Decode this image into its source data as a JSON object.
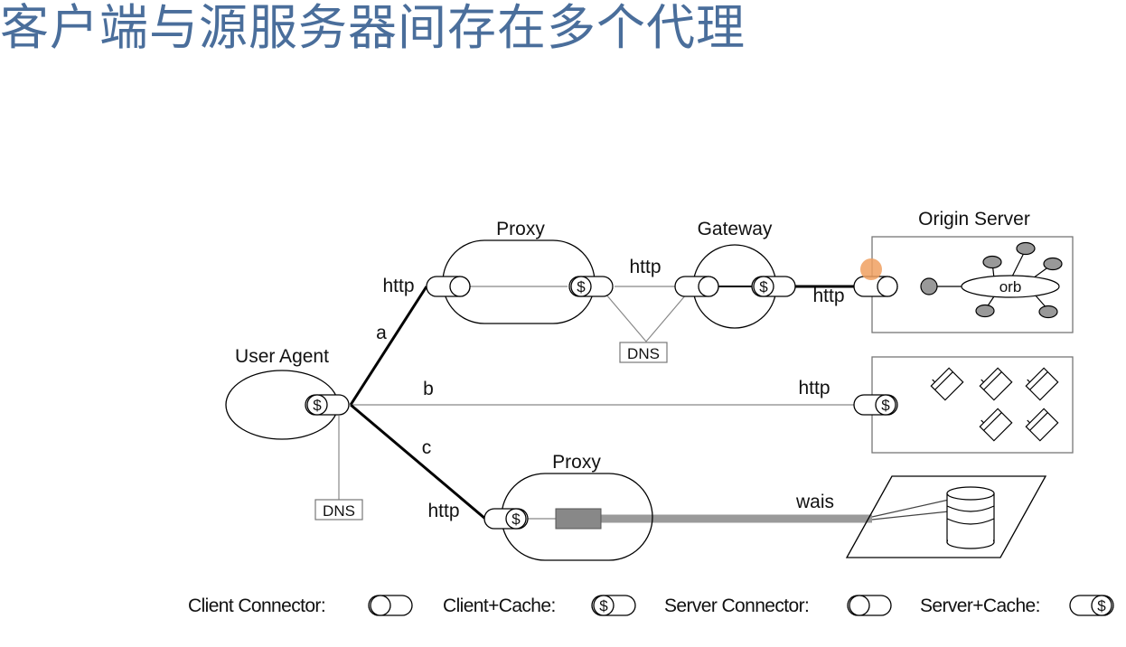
{
  "slide": {
    "title": "客户端与源服务器间存在多个代理"
  },
  "diagram": {
    "nodes": {
      "user_agent": "User Agent",
      "proxy_top": "Proxy",
      "gateway": "Gateway",
      "origin_server": "Origin Server",
      "orb": "orb",
      "proxy_bottom": "Proxy",
      "dns_top": "DNS",
      "dns_left": "DNS"
    },
    "edges": {
      "path_a": "a",
      "path_b": "b",
      "path_c": "c",
      "http_proxy_in": "http",
      "http_proxy_gateway": "http",
      "http_gateway_origin": "http",
      "http_b_server": "http",
      "http_proxy_bottom_in": "http",
      "wais": "wais"
    },
    "cache_symbol": "$"
  },
  "legend": {
    "client_connector": "Client Connector:",
    "client_cache": "Client+Cache:",
    "server_connector": "Server Connector:",
    "server_cache": "Server+Cache:"
  }
}
